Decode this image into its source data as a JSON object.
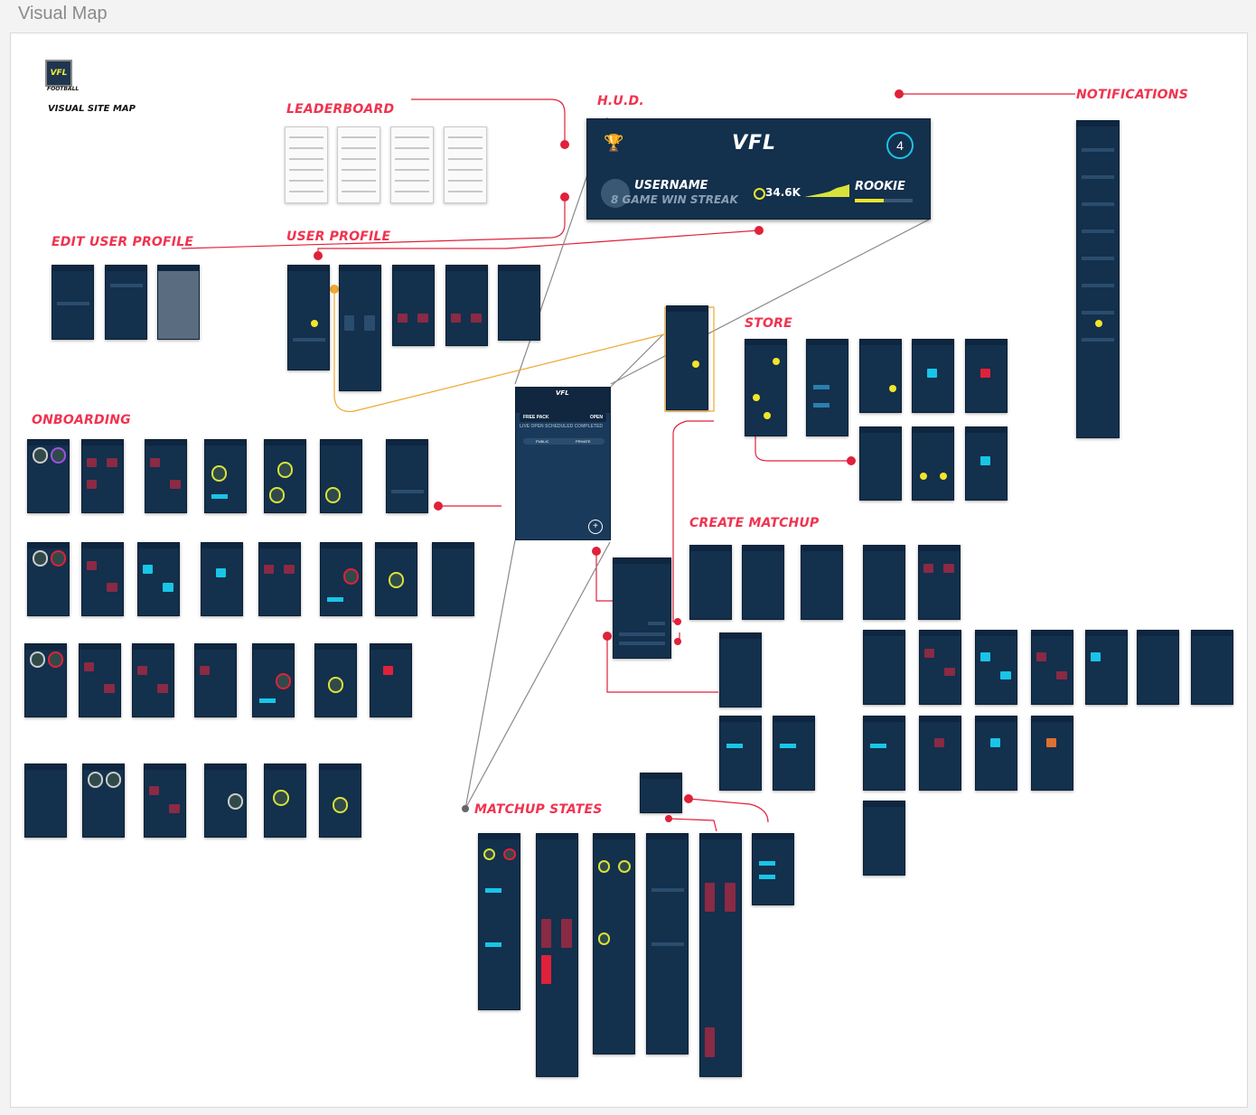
{
  "page_title": "Visual Map",
  "logo": {
    "mark": "VFL",
    "subtitle": "FOOTBALL"
  },
  "map_title": "VISUAL SITE MAP",
  "sections": {
    "leaderboard": "LEADERBOARD",
    "hud": "H.U.D.",
    "notifications": "NOTIFICATIONS",
    "edit_user_profile": "EDIT USER PROFILE",
    "user_profile": "USER PROFILE",
    "store": "STORE",
    "onboarding": "ONBOARDING",
    "create_matchup": "CREATE MATCHUP",
    "matchup_states": "MATCHUP STATES"
  },
  "hud": {
    "logo": "VFL",
    "badge_count": "4",
    "username": "USERNAME",
    "streak": "8 GAME WIN STREAK",
    "coins": "34.6K",
    "rank": "ROOKIE",
    "rank_progress": 0.5
  },
  "main_screen": {
    "logo": "VFL",
    "pack_label": "FREE PACK",
    "pack_action": "OPEN",
    "tabs": "LIVE  OPEN  SCHEDULED  COMPLETED",
    "toggle_left": "PUBLIC",
    "toggle_right": "PRIVATE",
    "fab": "+"
  },
  "colors": {
    "accent_red": "#f0334f",
    "screen_bg": "#13304d",
    "highlight": "#19c5e6",
    "gold": "#f2e52a",
    "connector_orange": "#f0a830",
    "connector_gray": "#8a8a8a"
  }
}
